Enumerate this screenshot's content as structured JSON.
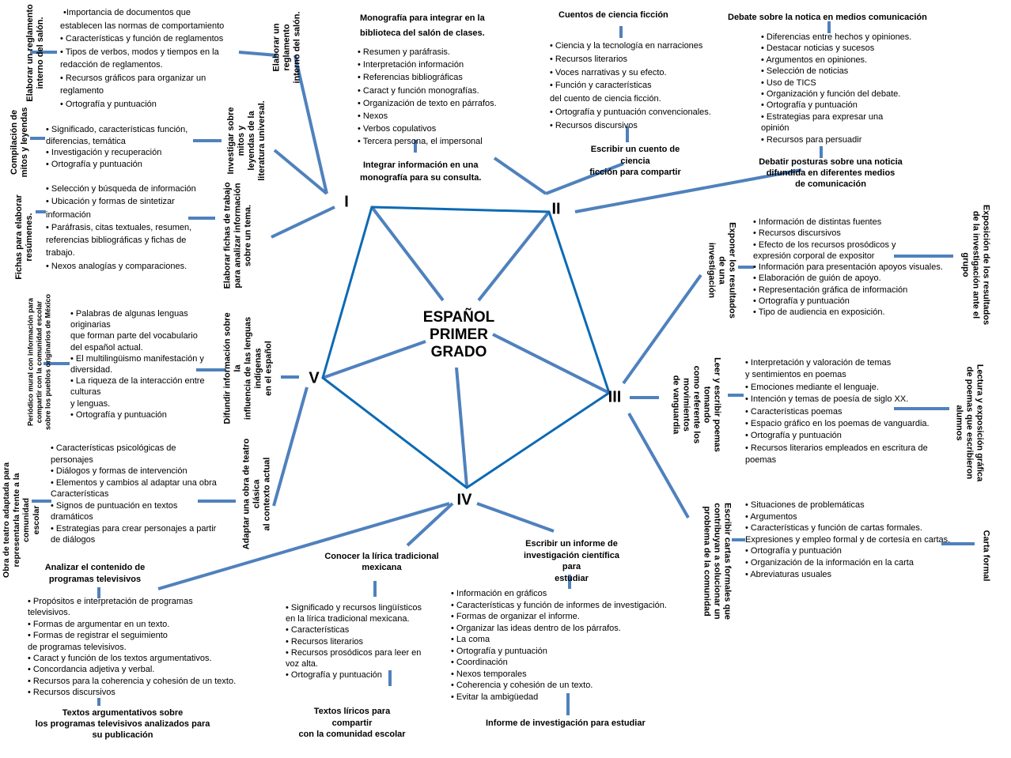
{
  "center": {
    "line1": "ESPAÑOL",
    "line2": "PRIMER",
    "line3": "GRADO"
  },
  "blocks": {
    "I": "I",
    "II": "II",
    "III": "III",
    "IV": "IV",
    "V": "V"
  },
  "colors": {
    "line": "#4f81bd",
    "pentagon": "#0d6ab4"
  },
  "topics": {
    "reglamento": {
      "label": "Elaborar un reglamento interno del salón.",
      "label_lines": [
        "Elaborar un",
        "reglamento",
        "interno del salón."
      ],
      "items": [
        "•Importancia de documentos que",
        "establecen las normas de comportamiento",
        "Características y función de reglamentos",
        "Tipos de verbos, modos y tiempos en la",
        "redacción de reglamentos.",
        "Recursos gráficos para organizar un",
        "reglamento",
        "Ortografía y puntuación"
      ],
      "product_lines": [
        "Elaborar un reglamento",
        "interno del salón."
      ]
    },
    "mitos": {
      "label_lines": [
        "Investigar sobre",
        "mitos y",
        "leyendas de la",
        "literatura universal."
      ],
      "items": [
        "Significado, características  función,",
        "diferencias, temática",
        "Investigación y recuperación",
        "Ortografía y puntuación"
      ],
      "product_lines": [
        "Compilación de",
        "mitos y leyendas"
      ]
    },
    "fichas": {
      "label_lines": [
        "Elaborar fichas de trabajo",
        "para analizar información",
        "sobre un tema."
      ],
      "items": [
        "Selección y búsqueda de información",
        "Ubicación y formas de sintetizar",
        "información",
        "Paráfrasis, citas textuales, resumen,",
        "referencias bibliográficas y fichas de",
        "trabajo.",
        "Nexos analogías y comparaciones."
      ],
      "product_lines": [
        "Fichas para elaborar",
        "resúmenes."
      ]
    },
    "monografia": {
      "title_lines": [
        "Monografía para integrar en la",
        "biblioteca del salón de clases."
      ],
      "items": [
        "Resumen y paráfrasis.",
        "Interpretación información",
        "Referencias bibliográficas",
        "Caract y función monografías.",
        "Organización de texto en párrafos.",
        "Nexos",
        "Verbos copulativos",
        "Tercera persona, el impersonal"
      ],
      "label_lines": [
        "Integrar información en una",
        "monografía para su consulta."
      ]
    },
    "cuentos": {
      "title": "Cuentos de ciencia ficción",
      "items": [
        "Ciencia y la tecnología en narraciones",
        "Recursos literarios",
        "Voces narrativas y su efecto.",
        "Función y características",
        "del cuento de ciencia ficción.",
        "Ortografía y puntuación convencionales.",
        "Recursos discursivos"
      ],
      "label_lines": [
        "Escribir un cuento de",
        "ciencia",
        "ficción para compartir"
      ]
    },
    "debate": {
      "title": "Debate sobre la notica en medios comunicación",
      "items": [
        "Diferencias entre hechos y opiniones.",
        "Destacar noticias y sucesos",
        "Argumentos en opiniones.",
        "Selección de noticias",
        "Uso de TICS",
        "Organización y función del debate.",
        "Ortografía y puntuación",
        "Estrategias para expresar una",
        "opinión",
        "Recursos para persuadir"
      ],
      "label_lines": [
        "Debatir posturas sobre una noticia",
        "difundida  en diferentes medios",
        "de comunicación"
      ]
    },
    "exposicion": {
      "label_lines": [
        "Exponer los resultados",
        "de una",
        "investigación"
      ],
      "items": [
        "Información de distintas fuentes",
        "Recursos discursivos",
        "Efecto de los recursos prosódicos y",
        "expresión corporal de expositor",
        "Información para presentación apoyos visuales.",
        "Elaboración de guión de apoyo.",
        "Representación gráfica de información",
        "Ortografía y puntuación",
        "Tipo de audiencia en exposición."
      ],
      "product_lines": [
        "Exposición de los resultados",
        "de la investigación ante el",
        "grupo"
      ]
    },
    "poemas": {
      "label_lines": [
        "Leer y escribir poemas",
        "tomando",
        "como referente los",
        "movimientos",
        "de vanguardia"
      ],
      "items": [
        "Interpretación y valoración de temas",
        "y sentimientos en poemas",
        "Emociones mediante el lenguaje.",
        "Intención y temas de poesía de siglo XX.",
        "Características poemas",
        "Espacio gráfico en los poemas de vanguardia.",
        "Ortografía y puntuación",
        "Recursos literarios empleados en escritura de",
        "poemas"
      ],
      "product_lines": [
        "Lectura y exposición gráfica",
        "de poemas que escribieron",
        "alumnos"
      ]
    },
    "cartas": {
      "label_lines": [
        "Escribir cartas formales que",
        "contribuyan a solucionar un",
        "problema de la comunidad"
      ],
      "items": [
        "Situaciones de problemáticas",
        "Argumentos",
        "Características y función de cartas formales.",
        "Expresiones y empleo formal y de cortesía en cartas.",
        "Ortografía y puntuación",
        "Organización de la información en la carta",
        "Abreviaturas usuales"
      ],
      "product": "Carta formal"
    },
    "informe": {
      "label_lines": [
        "Escribir un informe de",
        "investigación científica",
        "para",
        "estudiar"
      ],
      "items": [
        "Información en gráficos",
        "Características y función de informes de investigación.",
        "Formas de organizar el informe.",
        "Organizar las ideas dentro de los párrafos.",
        "La coma",
        "Ortografía y puntuación",
        "Coordinación",
        "Nexos temporales",
        "Coherencia y cohesión de un texto.",
        "Evitar la ambigüedad"
      ],
      "product": "Informe de investigación para estudiar"
    },
    "lirica": {
      "label_lines": [
        "Conocer la lírica tradicional",
        "mexicana"
      ],
      "items": [
        "Significado y recursos lingüísticos",
        "en la lírica tradicional mexicana.",
        "Características",
        "Recursos literarios",
        "Recursos prosódicos para leer en",
        "voz alta.",
        "Ortografía y puntuación"
      ],
      "product_lines": [
        "Textos líricos para",
        "compartir",
        "con la comunidad escolar"
      ]
    },
    "television": {
      "label_lines": [
        "Analizar el contenido de",
        "programas televisivos"
      ],
      "items": [
        "Propósitos e interpretación de programas",
        "televisivos.",
        "Formas de argumentar en un texto.",
        "Formas de registrar el seguimiento",
        "de programas televisivos.",
        "Caract y función de los textos argumentativos.",
        "Concordancia adjetiva y verbal.",
        "Recursos para la coherencia y cohesión de un texto.",
        "Recursos discursivos"
      ],
      "product_lines": [
        "Textos argumentativos sobre",
        "los programas televisivos analizados para",
        "su publicación"
      ]
    },
    "teatro": {
      "label_lines": [
        "Adaptar una obra de teatro",
        "clásica",
        "al contexto actual"
      ],
      "items": [
        "Características psicológicas de",
        "personajes",
        "Diálogos y formas de intervención",
        "Elementos y cambios al adaptar una obra",
        "Características",
        "Signos de puntuación en textos",
        "dramáticos",
        "Estrategias para crear personajes a partir",
        "de diálogos"
      ],
      "product_lines": [
        "Obra de teatro adaptada para",
        "representarla frente a la",
        "comunidad",
        "escolar"
      ]
    },
    "lenguas": {
      "label_lines": [
        "Difundir información sobre",
        "la",
        "influencia de las lenguas",
        "indígenas",
        "en el español"
      ],
      "items": [
        "Palabras de algunas lenguas",
        "originarias",
        "que forman parte del vocabulario",
        "del español actual.",
        "El multilingüismo manifestación y",
        "diversidad.",
        "La riqueza de la interacción entre",
        "culturas",
        "y lenguas.",
        "Ortografía y puntuación"
      ],
      "product_lines": [
        "Periódico mural con información para",
        "compartir con la comunidad escolar",
        "sobre los pueblos originarios de México"
      ]
    }
  }
}
